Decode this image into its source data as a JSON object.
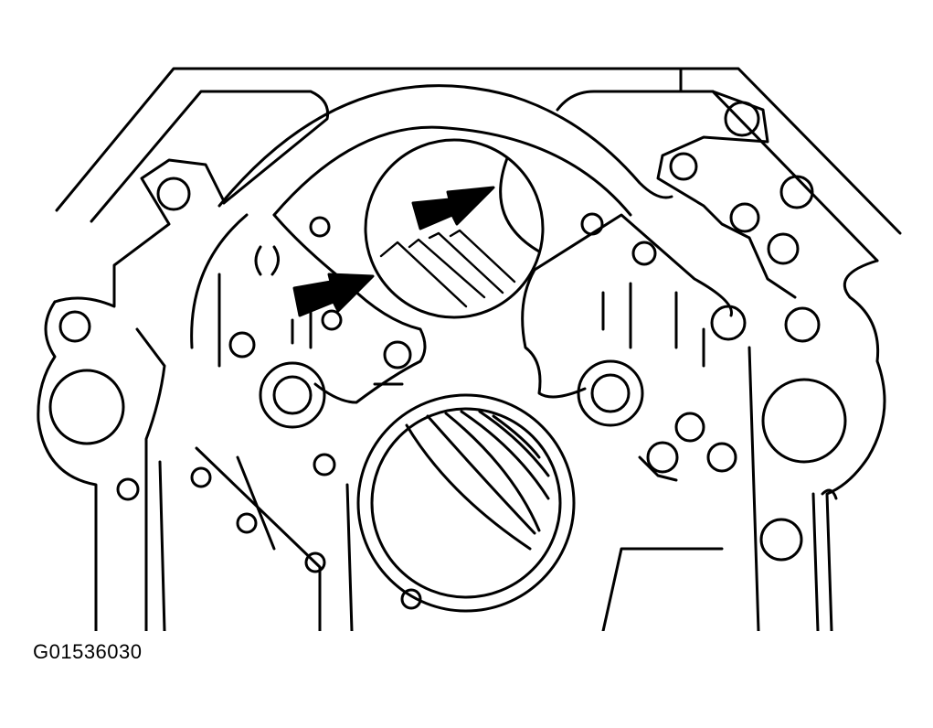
{
  "figure": {
    "id_label": "G01536030",
    "description": "Engine block front cover area with callout arrows",
    "arrows": [
      {
        "name": "arrow-upper",
        "direction": "right-up"
      },
      {
        "name": "arrow-lower",
        "direction": "right-up"
      }
    ],
    "colors": {
      "line": "#000000",
      "background": "#ffffff"
    }
  }
}
